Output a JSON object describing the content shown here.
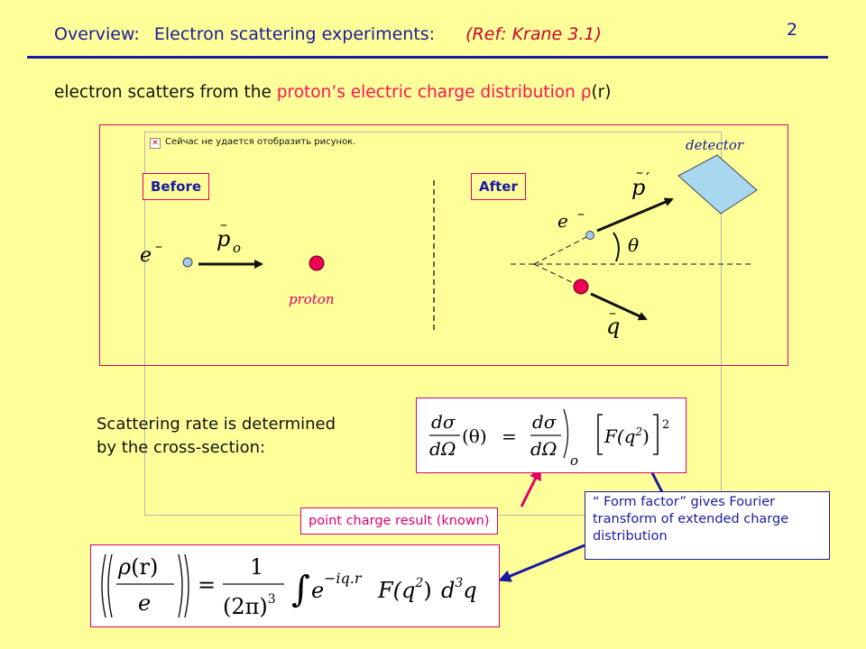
{
  "header": {
    "overview": "Overview:",
    "topic": "Electron scattering experiments:",
    "ref": "(Ref:   Krane 3.1)",
    "page_number": "2"
  },
  "intro": {
    "part1": "electron scatters from the ",
    "part2": "proton’s electric charge distribution ",
    "rho": "ρ",
    "part3": "(r)"
  },
  "placeholder_image": {
    "message": "Сейчас не удается отобразить рисунок."
  },
  "diagram": {
    "before_label": "Before",
    "after_label": "After",
    "detector_label": "detector",
    "proton_label": "proton",
    "electron_symbol": "e",
    "minus_sign": "–",
    "p_symbol": "p",
    "p_subscript": "o",
    "p_prime": "′",
    "q_symbol": "q",
    "theta_symbol": "θ",
    "vector_bar": "–",
    "colors": {
      "electron": "#a8c8e8",
      "proton": "#ee0055",
      "detector": "#a8d8f0",
      "box_border": "#e0006a"
    }
  },
  "cross_section": {
    "text_line1": "Scattering rate is determined",
    "text_line2": "by the cross-section:",
    "d": "d",
    "sigma": "σ",
    "Omega": "Ω",
    "theta_arg": "(θ)",
    "equals": "=",
    "sub_o": "o",
    "F_q2": "F(q",
    "sq": "2",
    "close_paren": ")",
    "power": "2"
  },
  "notes": {
    "point_charge": "point charge result (known)",
    "form_factor": "“ Form factor” gives Fourier transform of extended charge distribution"
  },
  "fourier": {
    "rho": "ρ",
    "r_arg": "(r)",
    "e": "e",
    "equals": "=",
    "one": "1",
    "two_pi": "(2π)",
    "cube": "3",
    "integral": "∫",
    "exp_base": "e",
    "exp": "−iq.r",
    "F": "F(q",
    "sq": "2",
    "close": ")",
    "d3q": "d",
    "three": "3",
    "q": "q"
  }
}
